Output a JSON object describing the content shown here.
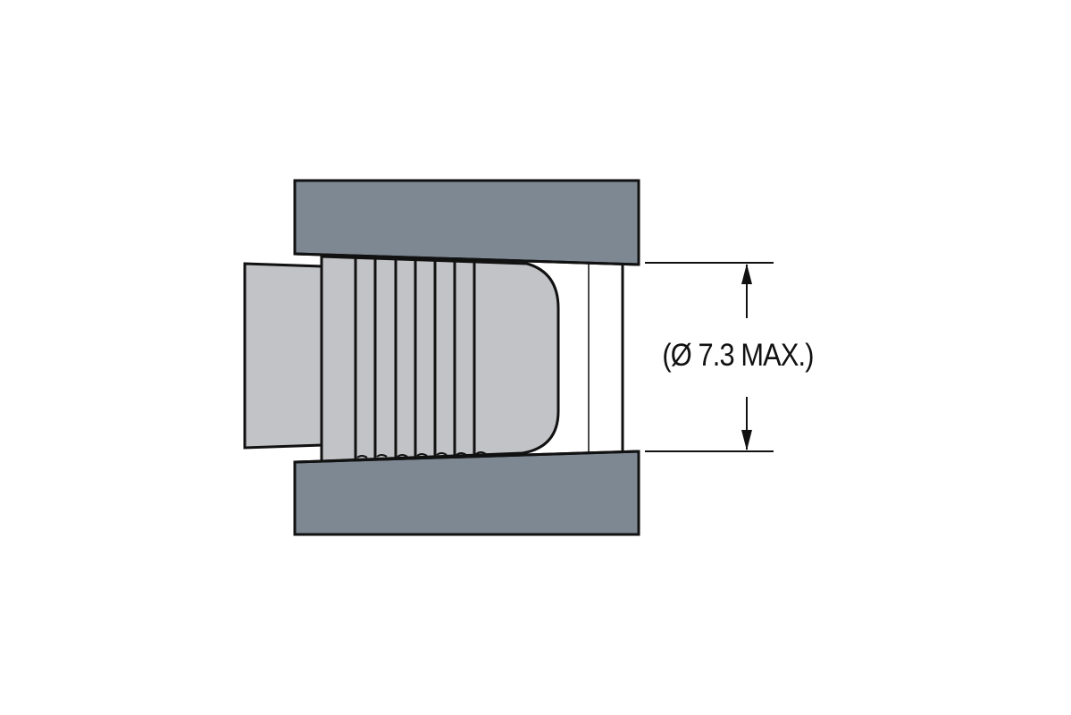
{
  "diagram": {
    "type": "technical cross-section drawing",
    "subject": "cable gland / sealing insert in a tapered housing bore",
    "dimension_label": "(Ø 7.3 MAX.)",
    "dimension": {
      "symbol": "Ø",
      "value": 7.3,
      "qualifier": "MAX."
    },
    "colors": {
      "housing": "#7d8893",
      "insert": "#c2c3c7",
      "outline": "#111111",
      "background": "#ffffff"
    },
    "parts": [
      {
        "name": "housing-top",
        "description": "upper wall of tapered housing"
      },
      {
        "name": "housing-bottom",
        "description": "lower wall of tapered housing"
      },
      {
        "name": "plug-tail",
        "description": "cylindrical tail protruding left"
      },
      {
        "name": "ribbed-insert",
        "description": "ribbed seal body with rounded nose"
      },
      {
        "name": "bore-lines",
        "description": "inner bore edge lines"
      },
      {
        "name": "diameter-dimension",
        "description": "vertical diameter dimension with arrows"
      }
    ]
  }
}
